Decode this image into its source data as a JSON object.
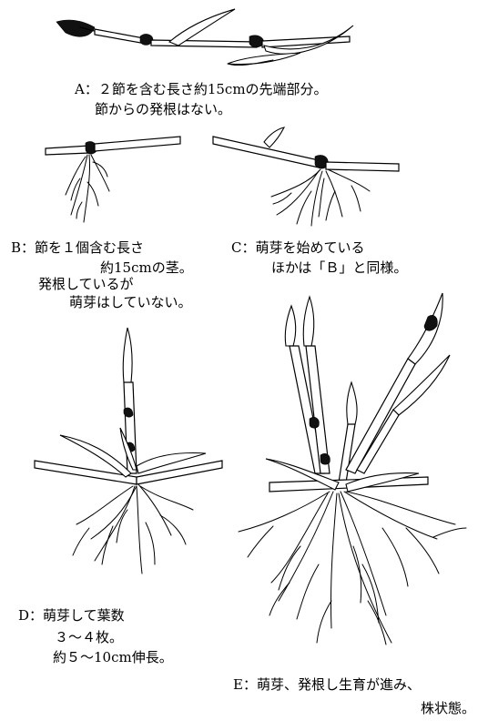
{
  "panels": {
    "a": {
      "line1": "A：２節を含む長さ約15cmの先端部分。",
      "line2": "節からの発根はない。"
    },
    "b": {
      "line1": "B：節を１個含む長さ",
      "line2": "約15cmの茎。",
      "line3": "発根しているが",
      "line4": "萌芽はしていない。"
    },
    "c": {
      "line1": "C：萌芽を始めている",
      "line2": "ほかは「Ｂ」と同様。"
    },
    "d": {
      "line1": "D：萌芽して葉数",
      "line2": "３～４枚。",
      "line3": "約５～10cm伸長。"
    },
    "e": {
      "line1": "E：萌芽、発根し生育が進み、",
      "line2": "株状態。"
    }
  },
  "colors": {
    "ink": "#000000",
    "paper": "#ffffff"
  }
}
